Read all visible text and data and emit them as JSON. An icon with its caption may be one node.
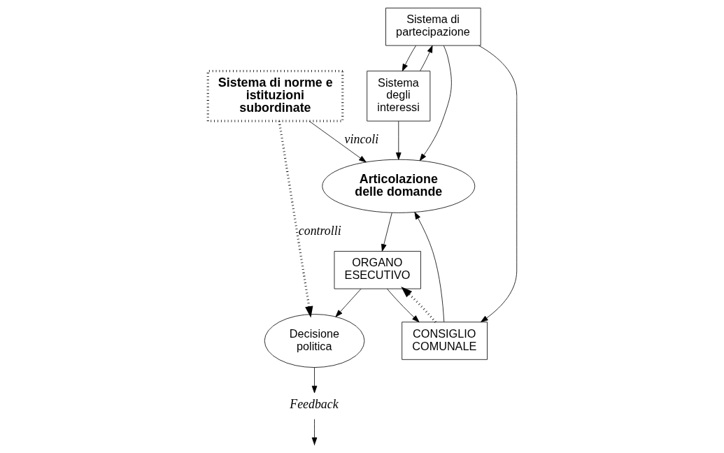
{
  "diagram": {
    "nodes": [
      {
        "text": [
          "Sistema di norme e istituzioni subordinate"
        ]
      },
      {
        "text": [
          "Sistema degli interessi"
        ]
      },
      {
        "text": [
          "Articolazione delle domande"
        ]
      },
      {
        "text": [
          "ORGANO ESECUTIVO"
        ]
      },
      {
        "text": [
          "Decisione politica"
        ]
      },
      {
        "text": [
          "Sistema di partecipazione"
        ]
      },
      {
        "text": [
          "CONSIGLIO COMUNALE"
        ]
      },
      {
        "text": [
          "Feedback"
        ]
      }
    ],
    "edges": [
      {
        "from": 0,
        "to": 2,
        "arrow": "to",
        "label": "vincoli"
      },
      {
        "from": 0,
        "to": 4,
        "arrow": "to",
        "label": "controlli",
        "style": "dashed"
      },
      {
        "from": 1,
        "to": 2,
        "arrow": "to"
      },
      {
        "from": 1,
        "to": 5,
        "arrow": "to"
      },
      {
        "from": 5,
        "to": 1,
        "arrow": "to"
      },
      {
        "from": 5,
        "to": 2,
        "arrow": "to"
      },
      {
        "from": 6,
        "to": 2,
        "arrow": "to"
      },
      {
        "from": 5,
        "to": 6,
        "arrow": "to"
      },
      {
        "from": 2,
        "to": 3,
        "arrow": "to"
      },
      {
        "from": 3,
        "to": 4,
        "arrow": "to"
      },
      {
        "from": 3,
        "to": 6,
        "arrow": "to"
      },
      {
        "from": 6,
        "to": 3,
        "arrow": "to",
        "style": "dashed"
      },
      {
        "from": 4,
        "to": 7,
        "arrow": "to"
      },
      {
        "from": 7,
        "to": null,
        "arrow": "to"
      }
    ]
  }
}
